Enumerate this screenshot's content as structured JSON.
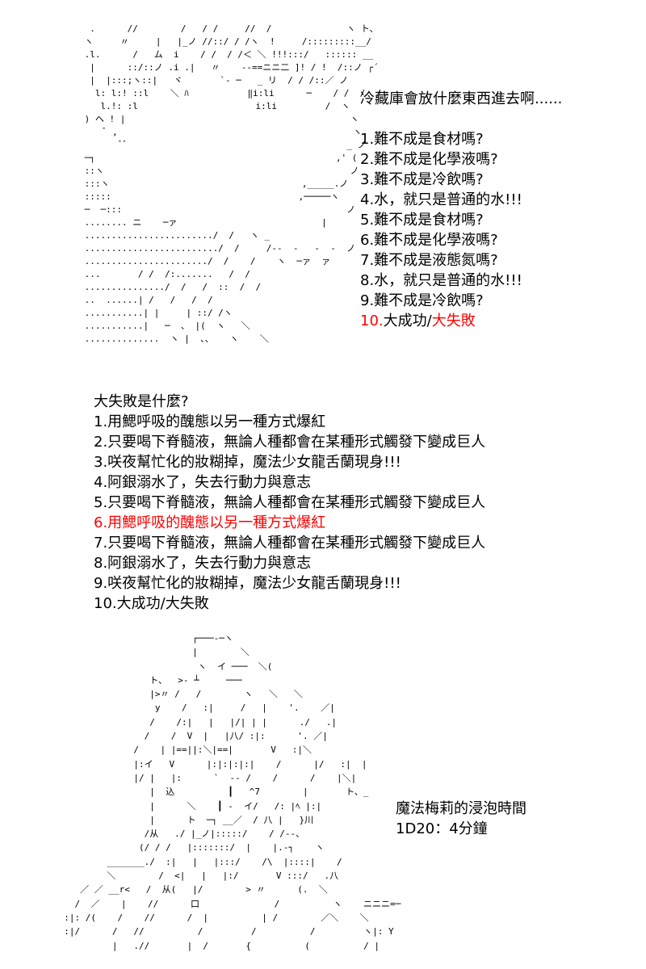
{
  "colors": {
    "text": "#000000",
    "highlight": "#ff0000",
    "background": "#ffffff"
  },
  "top_ascii_art": {
    "description": "ASCII art character head/torso (top-left)",
    "text": "  .      //        /   / /     //  /              ヽ ト、\n ヽ     〃     |   |_ノ //::/ / /ヽ  !     /:::::::::__/\n .l.      /   ム  i    / /  / /＜ ＼ !!!:::/   :::::: __\n  |      ::/::ノ .i .|   〃    ‐‐==ニニ二 ]! / !  /::ノ ┌´\n  |  |:::;ヽ::|   ヾ       `‐ ─   _ リ  / / /::／ ノ\n   l: l:! ::l    ＼ ﾊ           ‖i:li      ─    / /  /  /\n    l.!: :l                      i:li         /  ヽ\n ) ヘ ! |                                          ヽ\n     ﾞ ,                                            ヽ\n        ﾞﾞ                                         _ ノ\n ─┐                                             ,' (\n ::ヽ                                              ノ\n :::ヽ                                    ,_____.ノ\n :::::                                   ,─────ヽ\n ─  ─:::                                          ノ\n ........ ニ    ─ァ                           |\n ......................../  /   ヽ _                       |\n ........................./  /     /-‐  ‐   ‐  ‐  ノ\n ......................./  /    /    ヽ  ─ァ  ァ\n ...       / /  /:.......   /  /\n .............../  /   /  ::  /  /\n ..  ......| /   /   /  /\n ...........| |     | ::/ /ヽ\n ...........|   ─  、 |(  ヽ   ＼\n ..............  ヽ |  、、   ヽ    ＼"
  },
  "top_list": {
    "title": "冷藏庫會放什麼東西進去啊......",
    "items": [
      {
        "text": "1.難不成是食材嗎?"
      },
      {
        "text": "2.難不成是化學液嗎?"
      },
      {
        "text": "3.難不成是冷飲嗎?"
      },
      {
        "text": "4.水，就只是普通的水!!!"
      },
      {
        "text": "5.難不成是食材嗎?"
      },
      {
        "text": "6.難不成是化學液嗎?"
      },
      {
        "text": "7.難不成是液態氮嗎?"
      },
      {
        "text": "8.水，就只是普通的水!!!"
      },
      {
        "text": "9.難不成是冷飲嗎?"
      }
    ],
    "last_item": {
      "number": "10.",
      "success": "大成功/",
      "fail": "大失敗"
    }
  },
  "fail_list": {
    "title": "大失敗是什麼?",
    "items": [
      {
        "text": "1.用鰓呼吸的醜態以另一種方式爆紅",
        "highlight": false
      },
      {
        "text": "2.只要喝下脊髓液，無論人種都會在某種形式觸發下變成巨人",
        "highlight": false
      },
      {
        "text": "3.咲夜幫忙化的妝糊掉，魔法少女龍舌蘭現身!!!",
        "highlight": false
      },
      {
        "text": "4.阿銀溺水了，失去行動力與意志",
        "highlight": false
      },
      {
        "text": "5.只要喝下脊髓液，無論人種都會在某種形式觸發下變成巨人",
        "highlight": false
      },
      {
        "text": "6.用鰓呼吸的醜態以另一種方式爆紅",
        "highlight": true
      },
      {
        "text": "7.只要喝下脊髓液，無論人種都會在某種形式觸發下變成巨人",
        "highlight": false
      },
      {
        "text": "8.阿銀溺水了，失去行動力與意志",
        "highlight": false
      },
      {
        "text": "9.咲夜幫忙化的妝糊掉，魔法少女龍舌蘭現身!!!",
        "highlight": false
      },
      {
        "text": "10.大成功/大失敗",
        "highlight": false
      }
    ]
  },
  "bottom_ascii_art": {
    "description": "ASCII art character figure (bottom-left)",
    "text": "                          ┌───‐─ヽ\n                          |        ＼\n                           ヽ  イ ───  ＼(\n                  ト、  >‐ ┴     ───\n                  |>〃 /   /        ヽ   ＼   ＼\n                   y    /   :|     /   |    '.    ／|\n                  /    /:|   |   |/| | |      ./   .|\n                 /    /  V  |   |八/ :|:      '. ／|\n               /    | |==||:＼|==|       V   :|＼\n               |:イ   V      |:|:|:|:|    /      |/   :|  |\n               |/ |   |:      `  -‐ /    /      /    |＼|\n                  |  込          ┃   ^7        |       ト、_\n                  |      ＼    ┃ -  イ/   /: |ﾍ |:|\n                  |      ト  ─┐ __／  / 八 |   }川\n                 /从   ./ |_ノ|:::::/    / /‐‐、\n                (/ / /   |:::::::/  |    |.‐┐    ヽ\n          _______./  :|   |   |:::/    /\\  |::::|    /\n          ＼        /  <|   |   |:/       V :::/   .八\n     ／ ／ __r<   /  从(   |/        > 〃      (.  ＼\n    /  ／    |    //      口              /          ヽ    ニニニ=─\n  :|: /(    /    //      /  |          | /        ／＼    ＼\n  :|/      /   //          /         /          /         ヽ|: Y\n           |   .//       |  /       {          (          / |"
  },
  "soak_time": {
    "label": "魔法梅莉的浸泡時間",
    "roll": "1D20：4分鐘"
  }
}
